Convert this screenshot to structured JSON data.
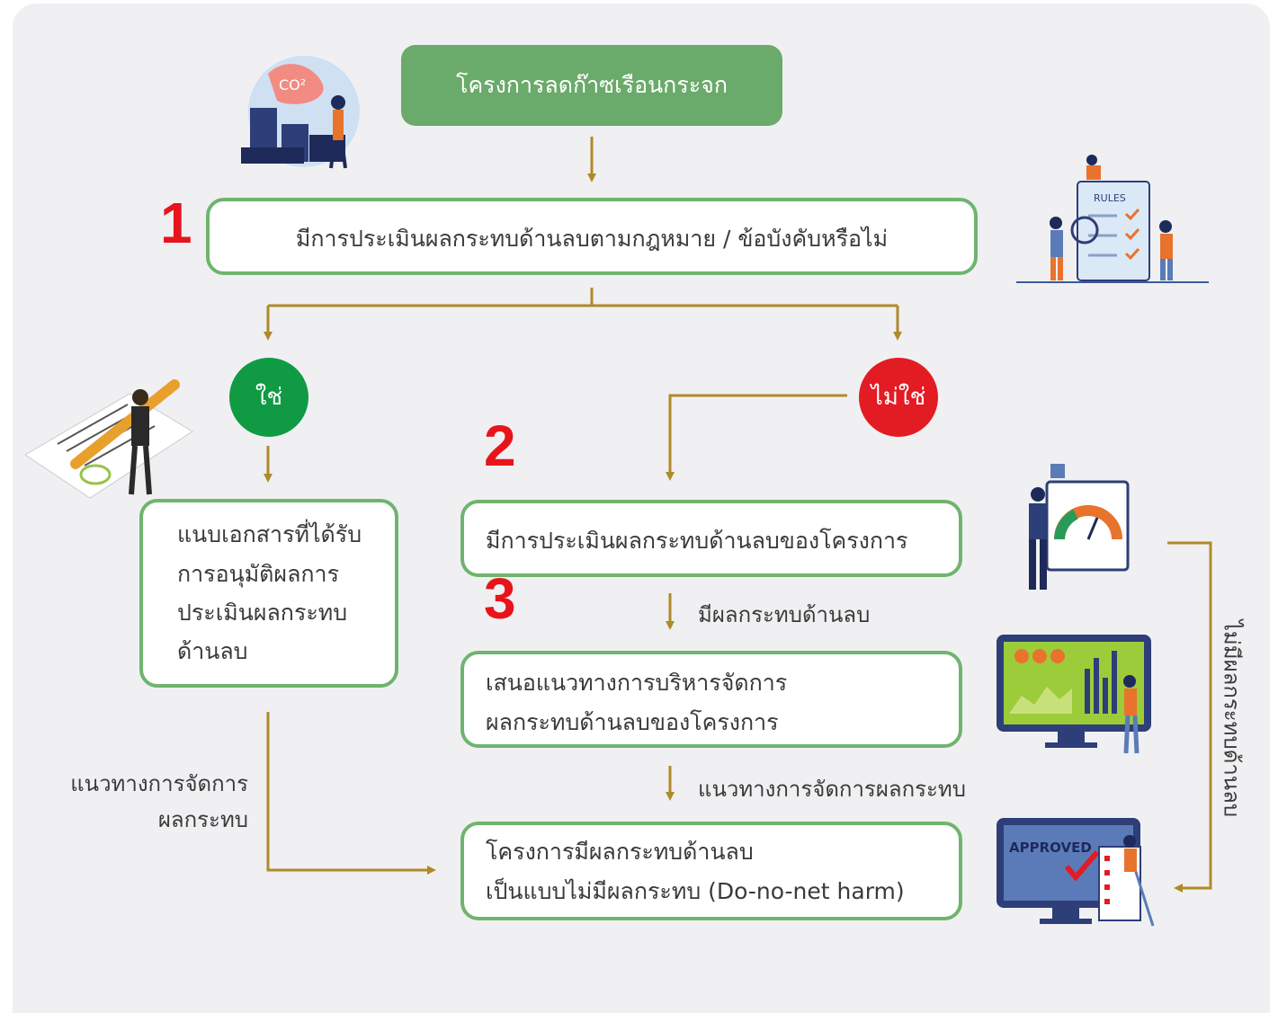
{
  "title": "โครงการลดก๊าซเรือนกระจก",
  "step1": "มีการประเมินผลกระทบด้านลบตามกฎหมาย / ข้อบังคับหรือไม่",
  "yes": "ใช่",
  "no": "ไม่ใช่",
  "left_box": [
    "แนบเอกสารที่ได้รับ",
    "การอนุมัติผลการ",
    "ประเมินผลกระทบ",
    "ด้านลบ"
  ],
  "box2": "มีการประเมินผลกระทบด้านลบของโครงการ",
  "label_negative": "มีผลกระทบด้านลบ",
  "box3": [
    "เสนอแนวทางการบริหารจัดการ",
    "ผลกระทบด้านลบของโครงการ"
  ],
  "label_guideline_center": "แนวทางการจัดการผลกระทบ",
  "label_guideline_left": [
    "แนวทางการจัดการ",
    "ผลกระทบ"
  ],
  "box4": [
    "โครงการมีผลกระทบด้านลบ",
    "เป็นแบบไม่มีผลกระทบ (Do-no-net harm)"
  ],
  "label_no_impact": "ไม่มีผลกระทบด้านลบ",
  "markers": [
    "1",
    "2",
    "3"
  ],
  "illustrations": {
    "co2": "CO²",
    "rules": "RULES",
    "approved": "APPROVED"
  },
  "colors": {
    "green_fill": "#6aaa6a",
    "green_border": "#6fb46f",
    "yes_circle": "#109a44",
    "no_circle": "#e31b23",
    "arrow": "#b08a2a",
    "marker": "#e8141c"
  }
}
